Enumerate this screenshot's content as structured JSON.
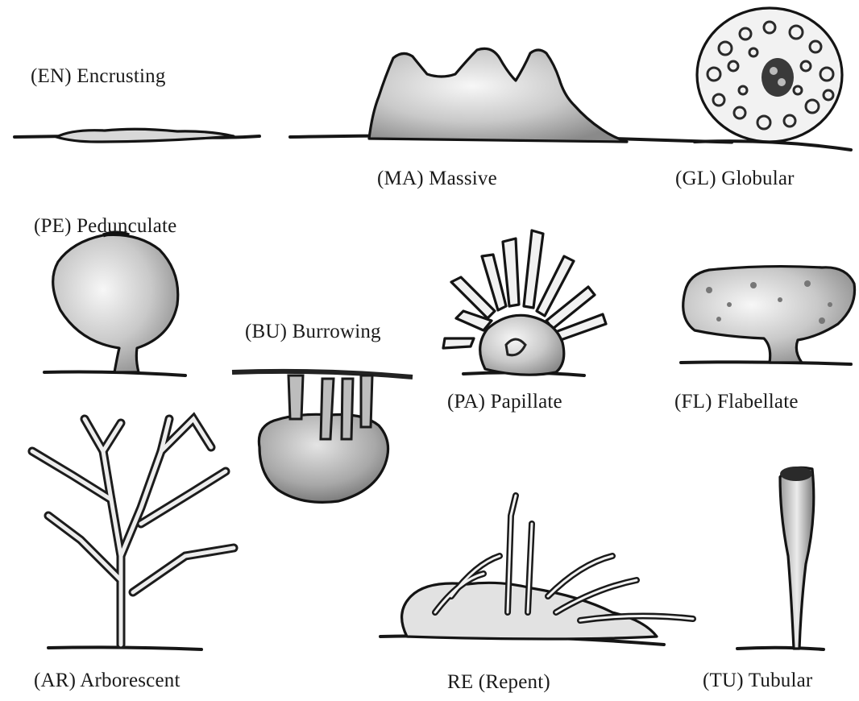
{
  "labels": {
    "encrusting": "(EN) Encrusting",
    "massive": "(MA) Massive",
    "globular": "(GL) Globular",
    "pedunculate": "(PE) Pedunculate",
    "burrowing": "(BU) Burrowing",
    "papillate": "(PA) Papillate",
    "flabellate": "(FL) Flabellate",
    "arborescent": "(AR) Arborescent",
    "repent": "RE (Repent)",
    "tubular": "(TU) Tubular"
  }
}
